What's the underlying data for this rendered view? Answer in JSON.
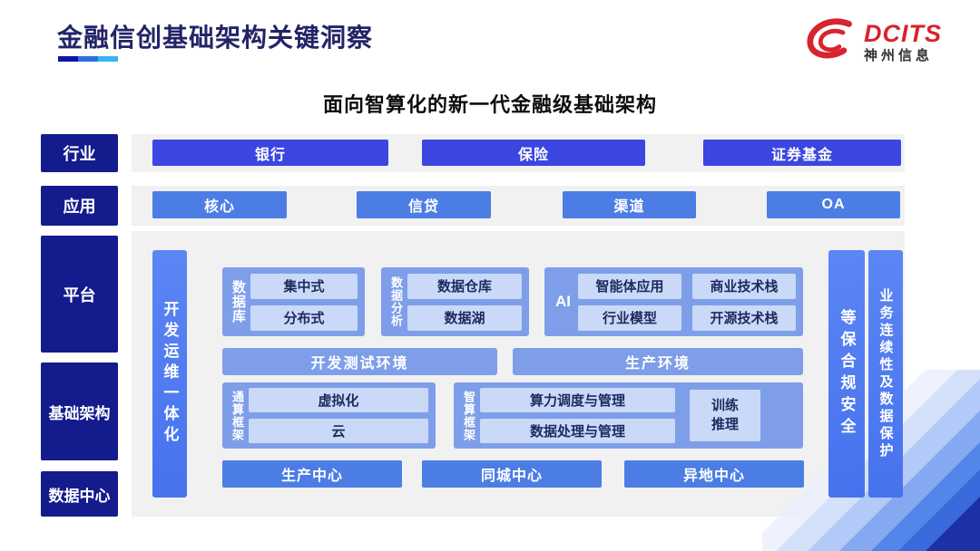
{
  "header": {
    "title": "金融信创基础架构关键洞察",
    "logo_brand": "DCITS",
    "logo_company": "神州信息"
  },
  "subtitle": "面向智算化的新一代金融级基础架构",
  "rail": {
    "industry": "行业",
    "application": "应用",
    "platform": "平台",
    "infrastructure": "基础架构",
    "datacenter": "数据中心"
  },
  "industry_row": {
    "items": [
      "银行",
      "保险",
      "证券基金"
    ]
  },
  "application_row": {
    "items": [
      "核心",
      "信贷",
      "渠道",
      "OA"
    ]
  },
  "platform": {
    "devops_bar": "开发运维一体化",
    "database": {
      "label": "数据库",
      "items": [
        "集中式",
        "分布式"
      ]
    },
    "analytics": {
      "label": "数据分析",
      "items": [
        "数据仓库",
        "数据湖"
      ]
    },
    "ai": {
      "label": "AI",
      "apps": [
        "智能体应用",
        "行业模型"
      ],
      "stacks": [
        "商业技术栈",
        "开源技术栈"
      ]
    },
    "environments": [
      "开发测试环境",
      "生产环境"
    ],
    "general_framework": {
      "label": "通算框架",
      "items": [
        "虚拟化",
        "云"
      ]
    },
    "intelligent_framework": {
      "label": "智算框架",
      "items": [
        "算力调度与管理",
        "数据处理与管理"
      ],
      "side_lines": [
        "训练",
        "推理"
      ]
    },
    "centers": [
      "生产中心",
      "同城中心",
      "异地中心"
    ],
    "security_bar": "等保合规安全",
    "continuity_bar": "业务连续性及数据保护"
  },
  "colors": {
    "rail_navy": "#141b8d",
    "industry_button": "#3b46e0",
    "application_button": "#4c7de4",
    "group_box": "#7e9ee9",
    "inner_chip": "#c9d9f7",
    "vertical_bar": "#4e7bf1",
    "panel_bg": "#f1f1f2",
    "title_navy": "#232368",
    "brand_red": "#d9232e",
    "underline_gradient": [
      "#0b16a4",
      "#2e70da",
      "#38b5f0"
    ]
  }
}
